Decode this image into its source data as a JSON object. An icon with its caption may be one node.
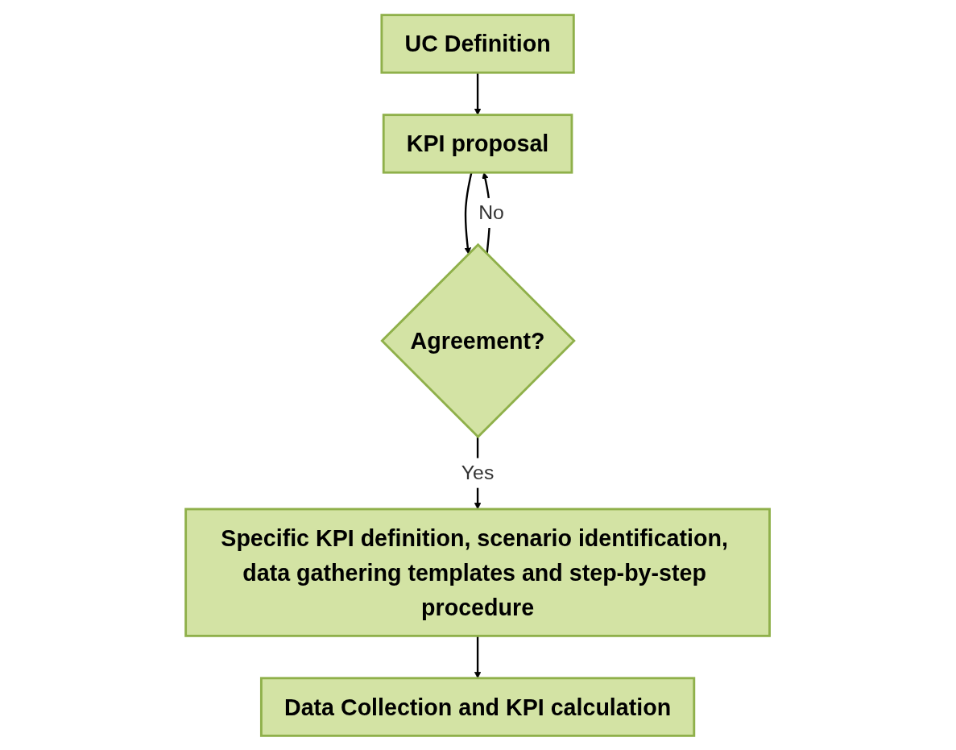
{
  "diagram": {
    "nodes": [
      {
        "text": [
          "UC Definition"
        ]
      },
      {
        "text": [
          "KPI proposal"
        ]
      },
      {
        "text": [
          "Agreement?"
        ]
      },
      {
        "text": [
          "Specific KPI definition, scenario identification, data gathering templates and step-by-step procedure"
        ]
      },
      {
        "text": [
          "Data Collection and KPI calculation"
        ]
      }
    ],
    "edges": [
      {
        "from": 0,
        "to": 1,
        "arrow": "to"
      },
      {
        "from": 1,
        "to": 2,
        "arrow": "to"
      },
      {
        "from": 2,
        "to": 1,
        "arrow": "to",
        "label": "No"
      },
      {
        "from": 2,
        "to": 3,
        "arrow": "to",
        "label": "Yes"
      },
      {
        "from": 3,
        "to": 4,
        "arrow": "to"
      }
    ]
  }
}
